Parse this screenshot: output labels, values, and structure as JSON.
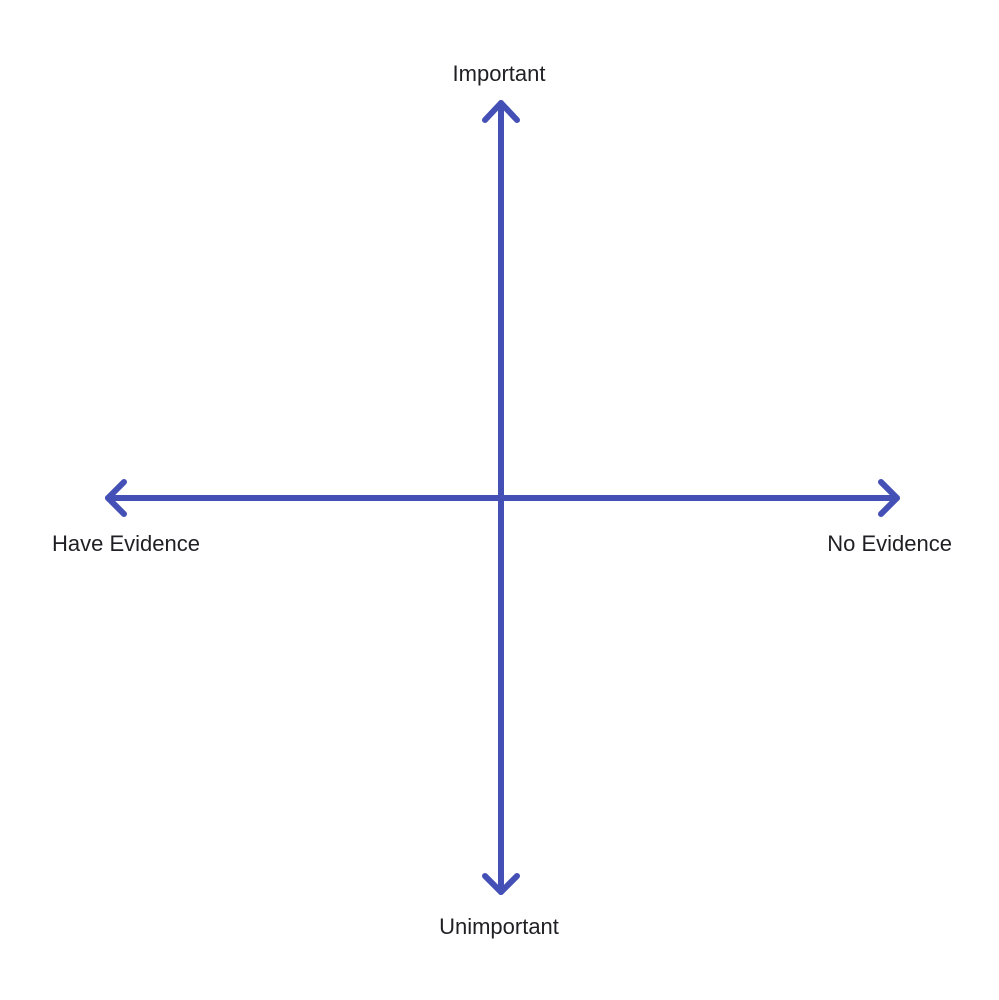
{
  "diagram": {
    "type": "quadrant-axes",
    "axis_color": "#4450b5",
    "labels": {
      "top": "Important",
      "bottom": "Unimportant",
      "left": "Have Evidence",
      "right": "No Evidence"
    }
  }
}
